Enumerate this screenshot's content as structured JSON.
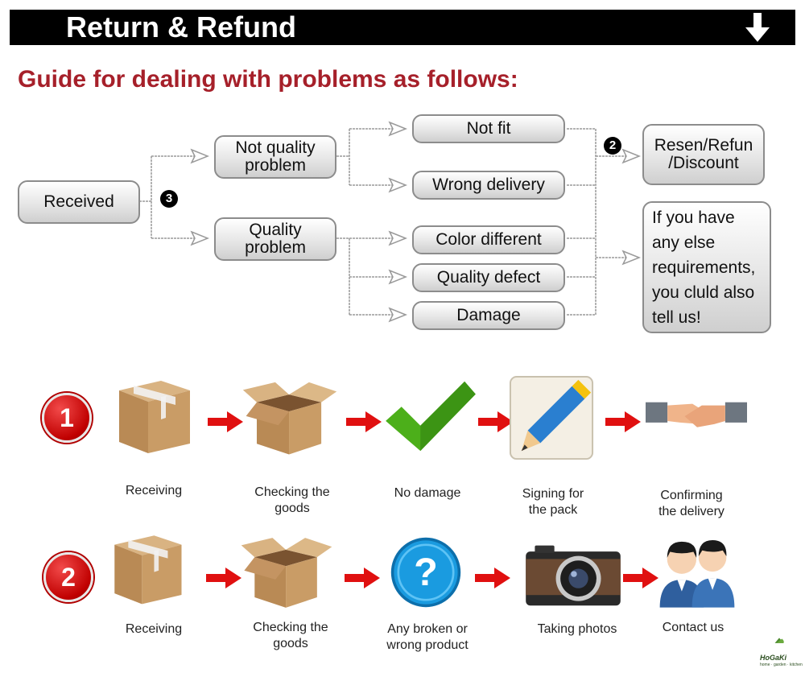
{
  "header": {
    "title": "Return & Refund",
    "arrow_icon": "down-arrow-icon"
  },
  "subtitle": "Guide for dealing with problems as follows:",
  "flowchart": {
    "received": "Received",
    "badge_3": "3",
    "badge_2": "2",
    "not_quality": "Not quality\nproblem",
    "quality": "Quality\nproblem",
    "outcomes": [
      "Not fit",
      "Wrong delivery",
      "Color different",
      "Quality defect",
      "Damage"
    ],
    "resolution": "Resen/Refun\n/Discount",
    "else_note": "If you have\nany else\nrequirements,\nyou cluld also\ntell us!"
  },
  "process": {
    "row1": {
      "number": "1",
      "steps": [
        "Receiving",
        "Checking the\ngoods",
        "No damage",
        "Signing for\nthe pack",
        "Confirming\nthe delivery"
      ]
    },
    "row2": {
      "number": "2",
      "steps": [
        "Receiving",
        "Checking the\ngoods",
        "Any broken or\nwrong product",
        "Taking photos",
        "Contact us"
      ]
    }
  },
  "logo": {
    "name": "HoGaKi",
    "tagline": "home · garden · kitchen"
  },
  "colors": {
    "header_bg": "#000000",
    "subtitle": "#a6202a",
    "step_red": "#c00000",
    "arrow_red": "#e01010",
    "check_green": "#4caf1a"
  }
}
